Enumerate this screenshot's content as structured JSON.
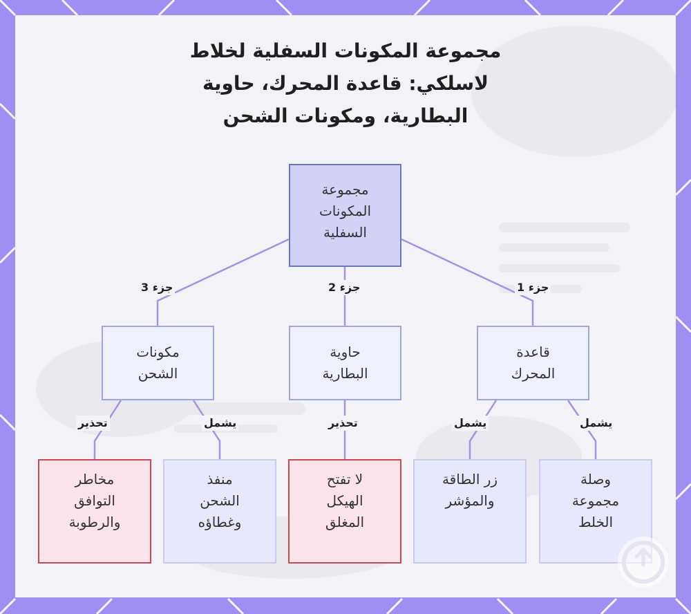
{
  "title": "مجموعة المكونات السفلية لخلاط لاسلكي: قاعدة المحرك، حاوية البطارية، ومكونات الشحن",
  "root": {
    "line1": "مجموعة",
    "line2": "المكونات",
    "line3": "السفلية"
  },
  "branch_labels": {
    "part1": "جزء 1",
    "part2": "جزء 2",
    "part3": "جزء 3"
  },
  "parts": {
    "motor_base": {
      "line1": "قاعدة",
      "line2": "المحرك"
    },
    "battery_housing": {
      "line1": "حاوية",
      "line2": "البطارية"
    },
    "charging_components": {
      "line1": "مكونات",
      "line2": "الشحن"
    }
  },
  "edge_labels": {
    "includes": "يشمل",
    "warning": "تحذير"
  },
  "leaves": {
    "blender_connection": {
      "line1": "وصلة",
      "line2": "مجموعة",
      "line3": "الخلط"
    },
    "power_button": {
      "line1": "زر الطاقة",
      "line2": "والمؤشر"
    },
    "sealed_body": {
      "line1": "لا تفتح",
      "line2": "الهيكل",
      "line3": "المغلق"
    },
    "charging_port": {
      "line1": "منفذ",
      "line2": "الشحن",
      "line3": "وغطاؤه"
    },
    "compatibility_risks": {
      "line1": "مخاطر",
      "line2": "التوافق",
      "line3": "والرطوبة"
    }
  },
  "colors": {
    "frame": "#a18ef2",
    "background": "#f3f2f6",
    "connector": "#a690e8",
    "root_fill": "#d2d1f6",
    "root_border": "#6d74c6",
    "part_fill": "#eef0fc",
    "part_border": "#9ea5e0",
    "info_fill": "#e6e8fb",
    "info_border": "#c8cbee",
    "warning_fill": "#fbe4e9",
    "warning_border": "#c84a58"
  }
}
